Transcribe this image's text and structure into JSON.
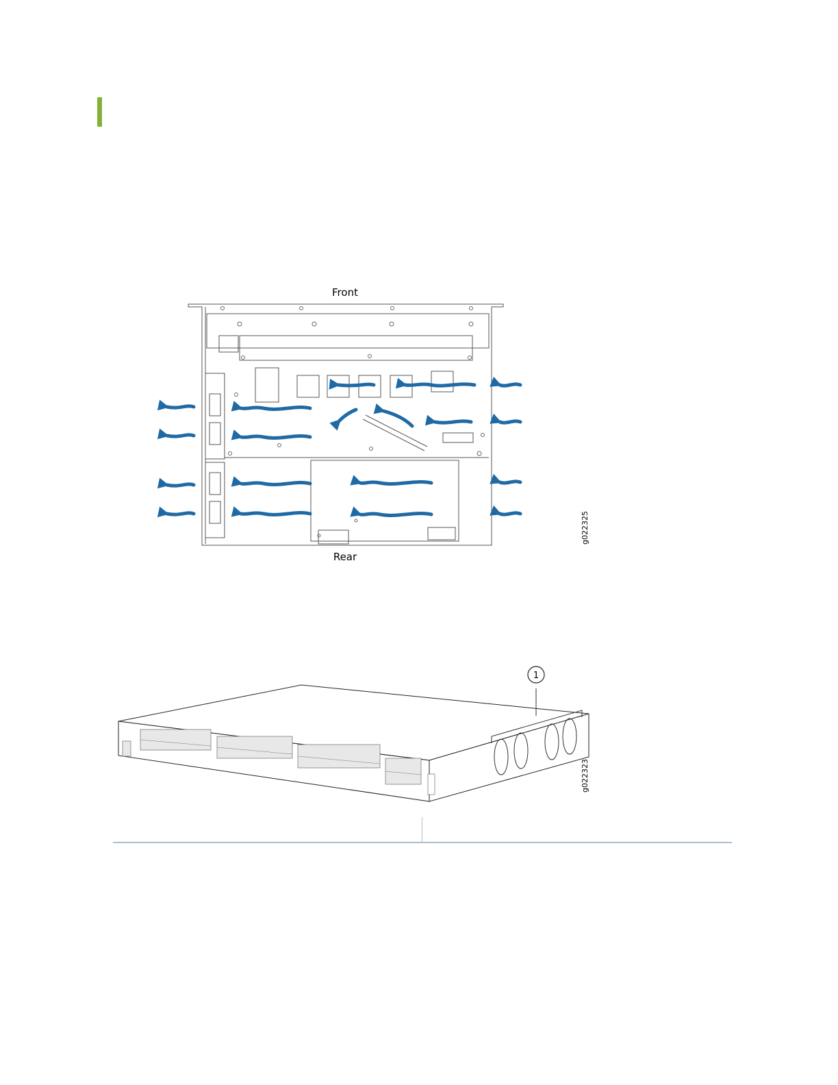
{
  "figure_airflow": {
    "front_label": "Front",
    "rear_label": "Rear",
    "figure_id": "g022325",
    "arrow_color": "#1f6aa5"
  },
  "figure_chassis": {
    "callout_number": "1",
    "figure_id": "g022323"
  },
  "accent_color": "#84b135",
  "rule_color": "#a9c0d2"
}
